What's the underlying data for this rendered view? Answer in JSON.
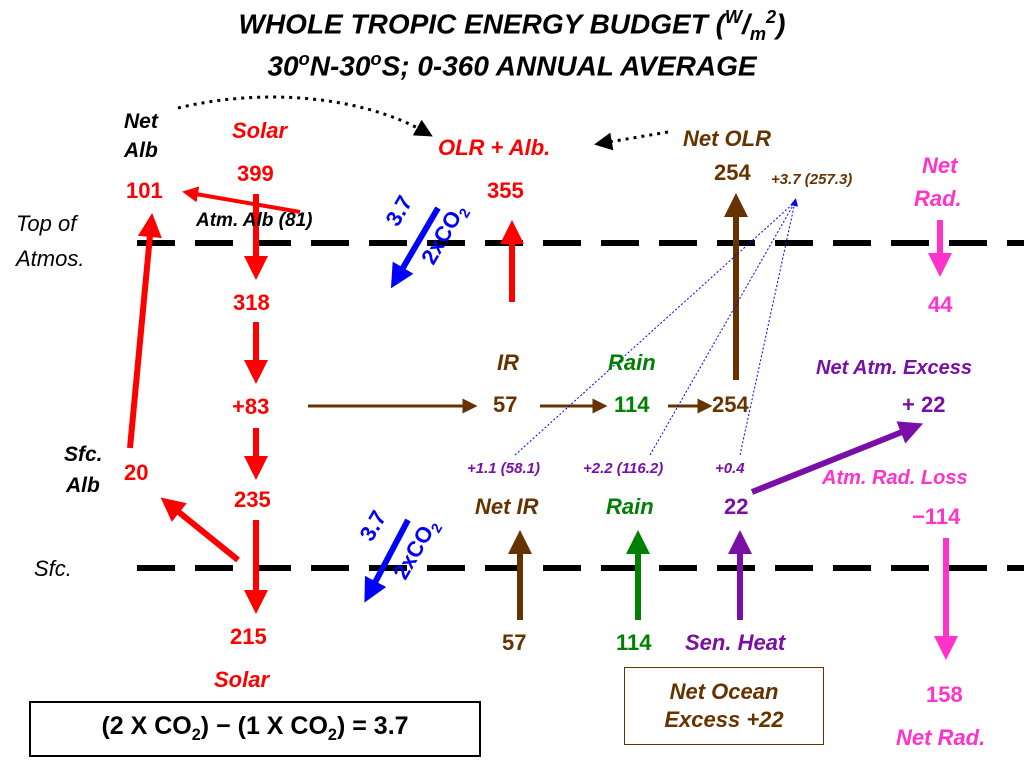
{
  "title": {
    "line1": "WHOLE TROPIC ENERGY BUDGET (W/m2)",
    "line2": "30oN-30oS; 0-360 ANNUAL AVERAGE"
  },
  "levels": {
    "top_of_atmos_1": "Top of",
    "top_of_atmos_2": "Atmos.",
    "surface": "Sfc."
  },
  "albedo": {
    "net_alb_1": "Net",
    "net_alb_2": "Alb",
    "net_alb_value": "101",
    "sfc_alb_1": "Sfc.",
    "sfc_alb_2": "Alb",
    "sfc_alb_value": "20",
    "atm_alb": "Atm. Alb (81)"
  },
  "solar": {
    "label_top": "Solar",
    "incoming": "399",
    "after_atm_alb": "318",
    "absorbed_atm": "+83",
    "at_surface": "235",
    "absorbed_sfc": "215",
    "label_bottom": "Solar"
  },
  "olr_alb": {
    "label": "OLR + Alb.",
    "value": "355"
  },
  "co2_forcing": {
    "top_value": "3.7",
    "top_label": "2xCO2",
    "sfc_value": "3.7",
    "sfc_label": "2xCO2"
  },
  "atmosphere": {
    "ir_label": "IR",
    "ir_value": "57",
    "rain_label": "Rain",
    "rain_value": "114",
    "net_olr_label": "Net OLR",
    "net_olr_value": "254",
    "net_olr_chain": "254",
    "net_olr_change": "+3.7 (257.3)"
  },
  "surface_fluxes": {
    "net_ir_change": "+1.1 (58.1)",
    "rain_change": "+2.2 (116.2)",
    "sens_change": "+0.4",
    "net_ir_label": "Net IR",
    "rain_label": "Rain",
    "sens_value": "22",
    "net_ir_value": "57",
    "rain_value": "114",
    "sens_label": "Sen. Heat"
  },
  "net_rad": {
    "top_label_1": "Net",
    "top_label_2": "Rad.",
    "top_value": "44",
    "atm_excess_label": "Net Atm. Excess",
    "atm_excess_value": "+ 22",
    "atm_loss_label": "Atm. Rad. Loss",
    "atm_loss_value": "−114",
    "sfc_value": "158",
    "sfc_label": "Net Rad."
  },
  "ocean_box": {
    "line1": "Net Ocean",
    "line2": "Excess +22"
  },
  "formula": "(2 X CO2) − (1 X CO2) = 3.7",
  "colors": {
    "solar": "#ff0000",
    "longwave": "#663300",
    "rain": "#008000",
    "sensible": "#7a0fa8",
    "net_rad": "#ff33cc",
    "co2": "#0000ff"
  }
}
